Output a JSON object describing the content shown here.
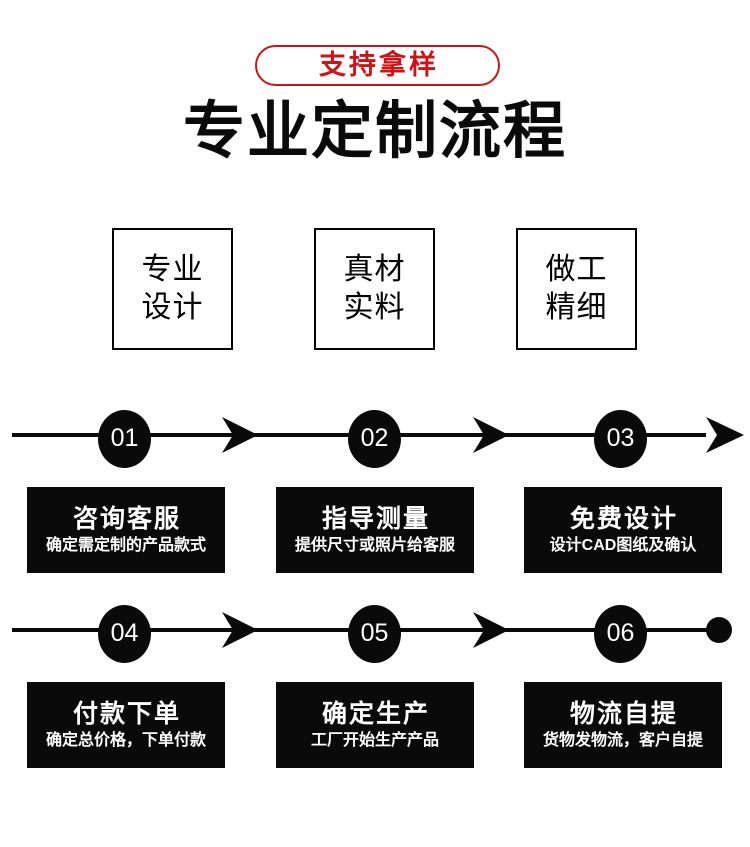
{
  "header": {
    "badge_text": "支持拿样",
    "badge_color": "#cc1418",
    "title": "专业定制流程"
  },
  "features": [
    {
      "line1": "专业",
      "line2": "设计"
    },
    {
      "line1": "真材",
      "line2": "实料"
    },
    {
      "line1": "做工",
      "line2": "精细"
    }
  ],
  "timeline": {
    "rows": [
      {
        "badges": [
          "01",
          "02",
          "03"
        ],
        "end_marker": "arrow-head"
      },
      {
        "badges": [
          "04",
          "05",
          "06"
        ],
        "end_marker": "filled-dot"
      }
    ]
  },
  "steps": [
    {
      "number": "01",
      "title": "咨询客服",
      "subtitle": "确定需定制的产品款式"
    },
    {
      "number": "02",
      "title": "指导测量",
      "subtitle": "提供尺寸或照片给客服"
    },
    {
      "number": "03",
      "title": "免费设计",
      "subtitle": "设计CAD图纸及确认"
    },
    {
      "number": "04",
      "title": "付款下单",
      "subtitle": "确定总价格，下单付款"
    },
    {
      "number": "05",
      "title": "确定生产",
      "subtitle": "工厂开始生产产品"
    },
    {
      "number": "06",
      "title": "物流自提",
      "subtitle": "货物发物流，客户自提"
    }
  ],
  "colors": {
    "background": "#ffffff",
    "ink": "#0a0a0a",
    "accent": "#cc1418"
  }
}
